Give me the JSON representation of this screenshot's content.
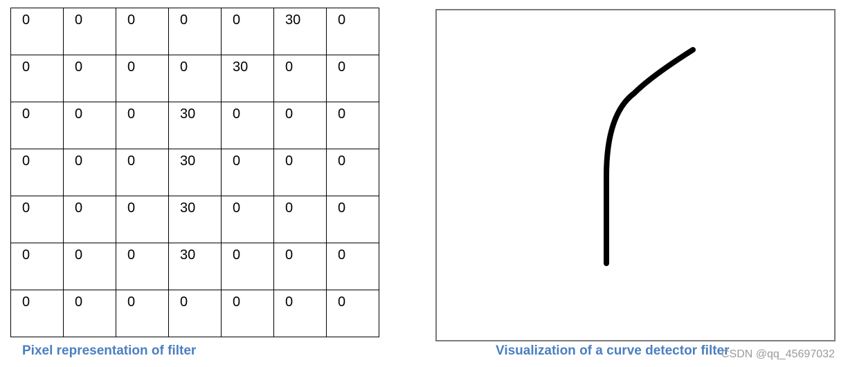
{
  "filter": {
    "caption": "Pixel representation  of filter",
    "rows": [
      [
        "0",
        "0",
        "0",
        "0",
        "0",
        "30",
        "0"
      ],
      [
        "0",
        "0",
        "0",
        "0",
        "30",
        "0",
        "0"
      ],
      [
        "0",
        "0",
        "0",
        "30",
        "0",
        "0",
        "0"
      ],
      [
        "0",
        "0",
        "0",
        "30",
        "0",
        "0",
        "0"
      ],
      [
        "0",
        "0",
        "0",
        "30",
        "0",
        "0",
        "0"
      ],
      [
        "0",
        "0",
        "0",
        "30",
        "0",
        "0",
        "0"
      ],
      [
        "0",
        "0",
        "0",
        "0",
        "0",
        "0",
        "0"
      ]
    ]
  },
  "visualization": {
    "caption": "Visualization of a curve detector  filter",
    "stroke_color": "#000000"
  },
  "watermark": "CSDN @qq_45697032"
}
